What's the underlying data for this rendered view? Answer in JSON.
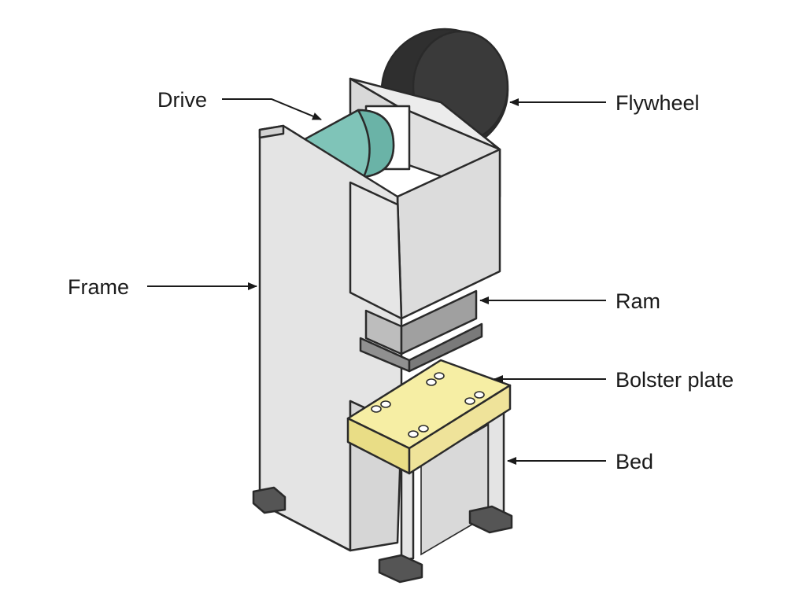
{
  "diagram": {
    "labels": {
      "drive": "Drive",
      "flywheel": "Flywheel",
      "frame": "Frame",
      "ram": "Ram",
      "bolster_plate": "Bolster plate",
      "bed": "Bed"
    },
    "colors": {
      "frame_front": "#e4e4e4",
      "frame_side": "#d2d2d2",
      "flywheel": "#2f2f2f",
      "drive": "#7fc4b8",
      "ram": "#909090",
      "bolster": "#f6eea4",
      "bolster_side": "#e9dd86",
      "outline": "#2a2a2a"
    }
  }
}
